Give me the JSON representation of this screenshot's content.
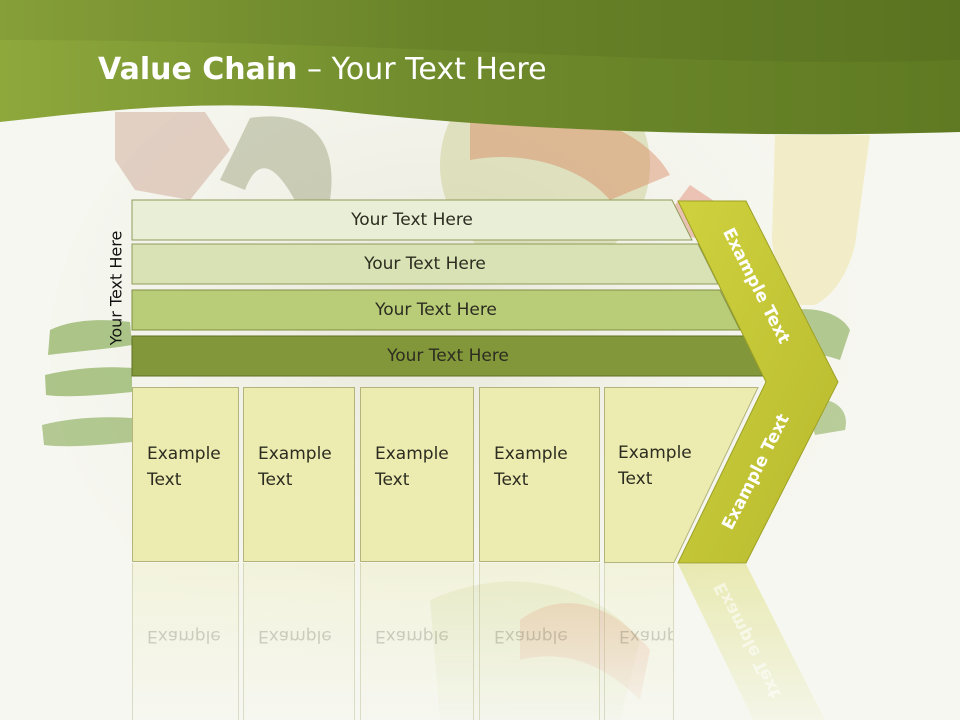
{
  "title": {
    "bold": "Value Chain",
    "rest": " – Your Text Here"
  },
  "side_label": "Your Text Here",
  "bars": [
    {
      "label": "Your Text Here",
      "fill": "#e9eed6"
    },
    {
      "label": "Your Text Here",
      "fill": "#d8e2b4"
    },
    {
      "label": "Your Text Here",
      "fill": "#b9cc78"
    },
    {
      "label": "Your Text Here",
      "fill": "#82973a"
    }
  ],
  "columns": [
    {
      "line1": "Example",
      "line2": "Text"
    },
    {
      "line1": "Example",
      "line2": "Text"
    },
    {
      "line1": "Example",
      "line2": "Text"
    },
    {
      "line1": "Example",
      "line2": "Text"
    },
    {
      "line1": "Example",
      "line2": "Text"
    }
  ],
  "chevron": {
    "top_text": "Example Text",
    "bottom_text": "Example Text",
    "fill": "#c6c83a"
  },
  "colors": {
    "header": "#6d8a2a",
    "header_light": "#8ea83c",
    "column": "#ecebb0"
  }
}
